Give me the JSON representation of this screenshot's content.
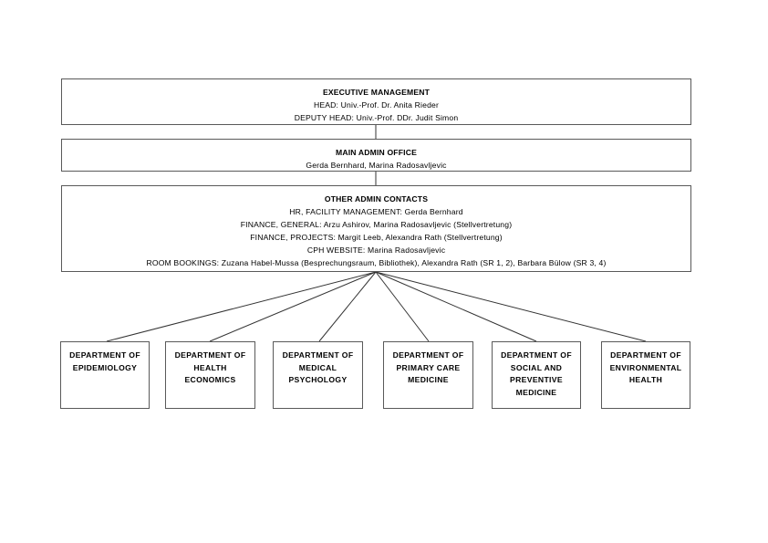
{
  "diagram": {
    "type": "organizational-chart",
    "title": "Center for Public Health organizational chart",
    "colors": {
      "box_border": "#595959",
      "connector": "#333333",
      "background": "#ffffff",
      "text": "#000000"
    },
    "nodes": [
      {
        "id": "executive-management",
        "heading": "EXECUTIVE MANAGEMENT",
        "lines": [
          "HEAD: Univ.-Prof. Dr. Anita Rieder",
          "DEPUTY HEAD: Univ.-Prof. DDr. Judit Simon"
        ]
      },
      {
        "id": "main-admin-office",
        "heading": "MAIN ADMIN OFFICE",
        "lines": [
          "Gerda Bernhard, Marina Radosavljevic"
        ]
      },
      {
        "id": "other-admin-contacts",
        "heading": "OTHER ADMIN CONTACTS",
        "lines": [
          "HR, FACILITY MANAGEMENT: Gerda Bernhard",
          "FINANCE, GENERAL: Arzu Ashirov, Marina Radosavljevic (Stellvertretung)",
          "FINANCE, PROJECTS: Margit Leeb, Alexandra Rath (Stellvertretung)",
          "CPH WEBSITE: Marina Radosavljevic",
          "ROOM BOOKINGS: Zuzana Habel-Mussa (Besprechungsraum, Bibliothek), Alexandra Rath (SR 1, 2), Barbara Bülow (SR 3, 4)"
        ]
      }
    ],
    "departments": [
      {
        "id": "epidemiology",
        "lines": [
          "DEPARTMENT OF",
          "EPIDEMIOLOGY"
        ]
      },
      {
        "id": "health-economics",
        "lines": [
          "DEPARTMENT OF",
          "HEALTH",
          "ECONOMICS"
        ]
      },
      {
        "id": "medical-psychology",
        "lines": [
          "DEPARTMENT OF",
          "MEDICAL",
          "PSYCHOLOGY"
        ]
      },
      {
        "id": "primary-care-medicine",
        "lines": [
          "DEPARTMENT OF",
          "PRIMARY CARE",
          "MEDICINE"
        ]
      },
      {
        "id": "social-and-preventive-medicine",
        "lines": [
          "DEPARTMENT OF",
          "SOCIAL AND",
          "PREVENTIVE",
          "MEDICINE"
        ]
      },
      {
        "id": "environmental-health",
        "lines": [
          "DEPARTMENT OF",
          "ENVIRONMENTAL",
          "HEALTH"
        ]
      }
    ]
  }
}
